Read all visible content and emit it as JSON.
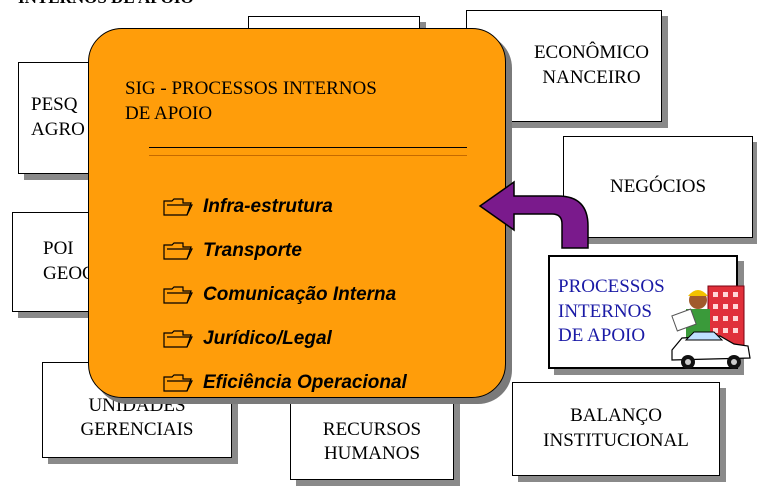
{
  "top_title": "INTERNOS DE APOIO",
  "boxes": {
    "pesquisa": "PESQ\nAGRO",
    "top_middle": "",
    "economico": "ECONÔMICO\nNANCEIRO",
    "negocios": "NEGÓCIOS",
    "politica": "POI\nGEOC",
    "processos": "PROCESSOS\nINTERNOS\nDE APOIO",
    "unidades": "UNIDADES\nGERENCIAIS",
    "recursos_humanos": "RECURSOS\nHUMANOS",
    "balanco": "BALANÇO\nINSTITUCIONAL"
  },
  "sig_panel": {
    "title": "SIG  - PROCESSOS INTERNOS\n       DE APOIO",
    "items": [
      {
        "label": "Infra-estrutura"
      },
      {
        "label": "Transporte"
      },
      {
        "label": "Comunicação Interna"
      },
      {
        "label": "Jurídico/Legal"
      },
      {
        "label": "Eficiência Operacional"
      }
    ]
  },
  "colors": {
    "panel_fill": "#ff9d0a",
    "arrow_fill": "#7a1a8c",
    "processos_text": "#1a1aa6",
    "shadow": "#8a8a8a"
  },
  "icons": {
    "list_bullet": "folder-icon",
    "connector": "curved-arrow-icon",
    "illustration": "worker-with-building-and-car-icon"
  }
}
